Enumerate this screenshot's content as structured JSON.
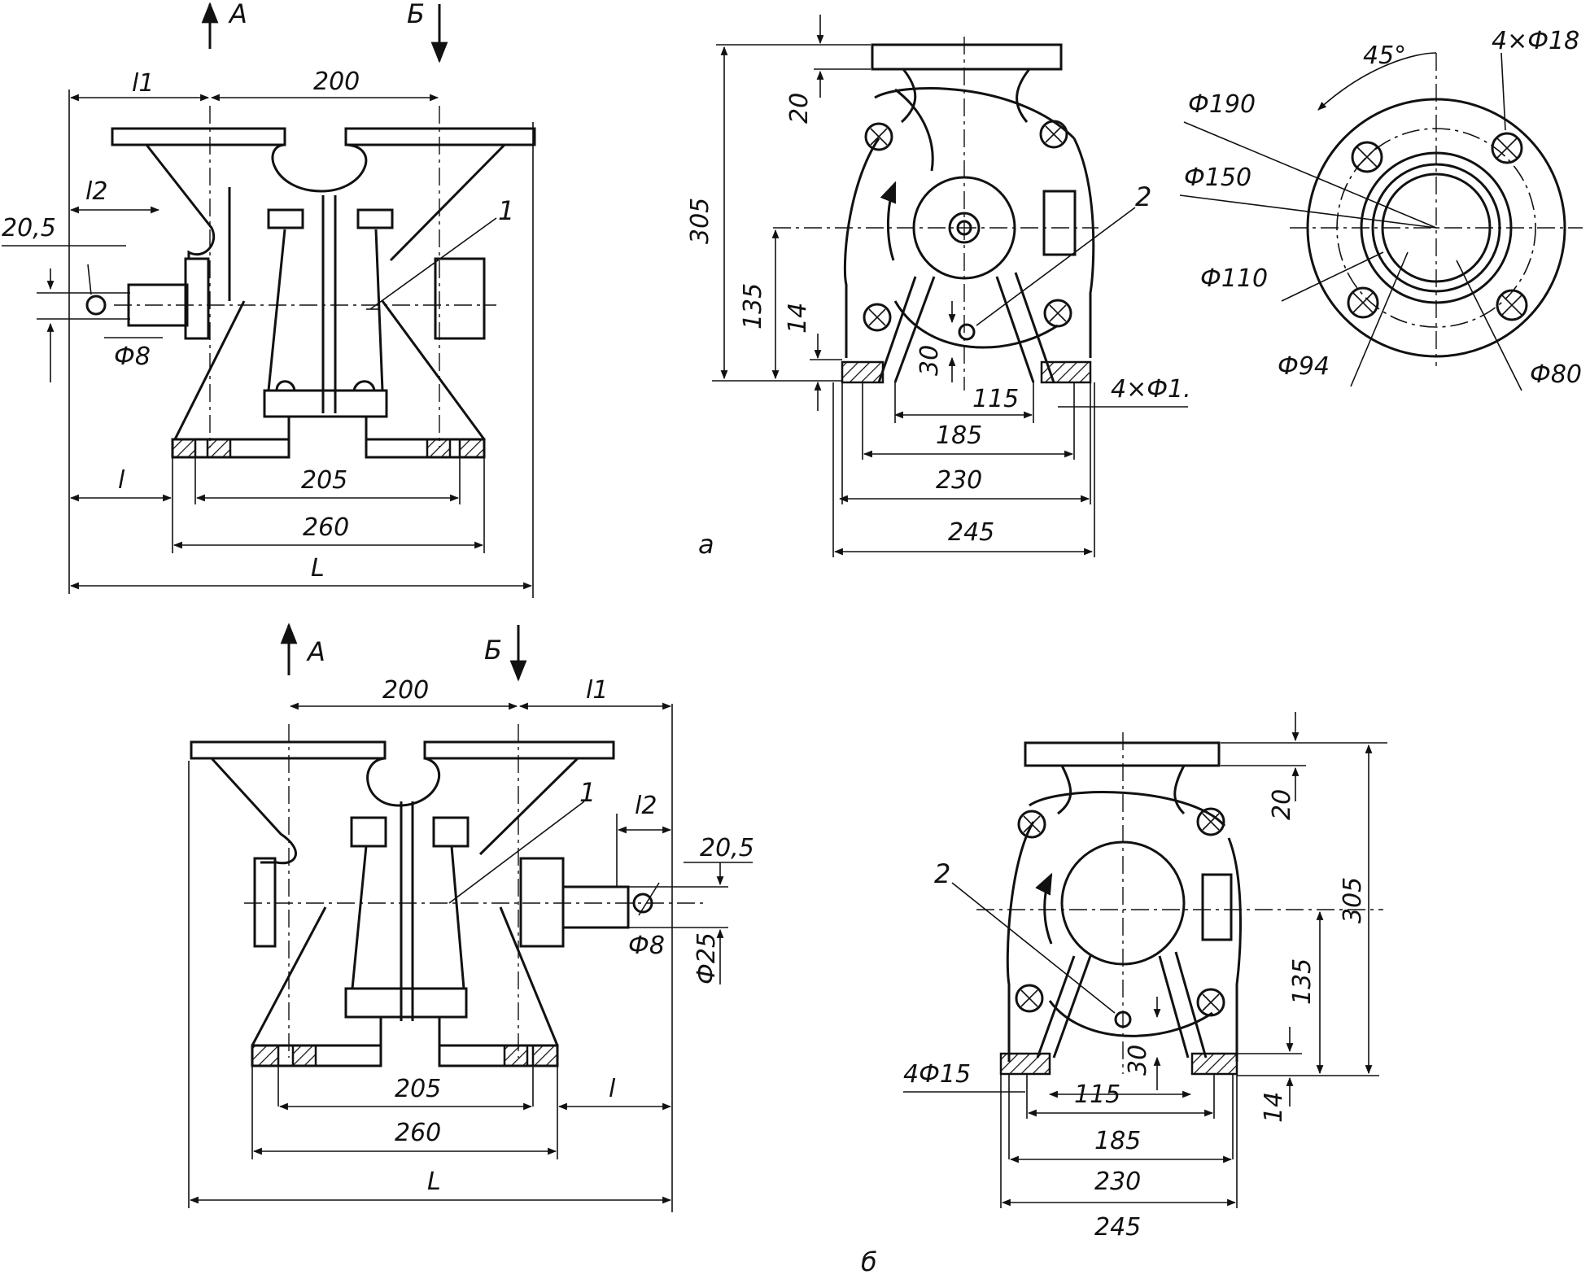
{
  "figure": {
    "view_labels": {
      "a": "а",
      "b": "б"
    },
    "direction_labels": {
      "inlet": "А",
      "outlet": "Б"
    },
    "callouts": {
      "part1": "1",
      "part2": "2"
    },
    "view_a_side": {
      "width_200": "200",
      "l1": "l1",
      "l2": "l2",
      "d20_5": "20,5",
      "phi8": "Ф8",
      "l": "l",
      "d205": "205",
      "d260": "260",
      "L": "L"
    },
    "view_a_front": {
      "h305": "305",
      "h135": "135",
      "h20": "20",
      "h14": "14",
      "h30": "30",
      "w115": "115",
      "w185": "185",
      "w230": "230",
      "w245": "245",
      "holes": "4×Ф1."
    },
    "flange_view": {
      "angle": "45°",
      "holes": "4×Ф18",
      "d190": "Ф190",
      "d150": "Ф150",
      "d110": "Ф110",
      "d94": "Ф94",
      "d80": "Ф80"
    },
    "view_b_side": {
      "width_200": "200",
      "l1": "l1",
      "l2": "l2",
      "d20_5": "20,5",
      "phi8": "Ф8",
      "phi25": "Ф25",
      "d205": "205",
      "d260": "260",
      "l": "l",
      "L": "L"
    },
    "view_b_front": {
      "h20": "20",
      "h305": "305",
      "h135": "135",
      "h30": "30",
      "h14": "14",
      "holes": "4Ф15",
      "w115": "115",
      "w185": "185",
      "w230": "230",
      "w245": "245"
    }
  }
}
